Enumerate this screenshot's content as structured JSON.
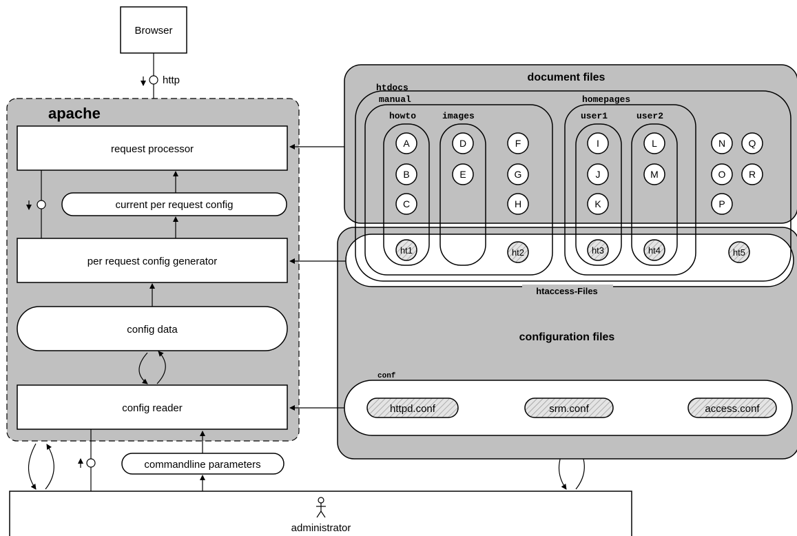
{
  "browser": {
    "label": "Browser"
  },
  "http": {
    "label": "http"
  },
  "apache": {
    "title": "apache",
    "request_processor": "request processor",
    "current_config": "current per request config",
    "config_generator": "per request config generator",
    "config_data": "config data",
    "config_reader": "config reader"
  },
  "commandline": {
    "label": "commandline parameters"
  },
  "administrator": {
    "label": "administrator"
  },
  "document_files": {
    "title": "document files",
    "htdocs": "htdocs",
    "manual": "manual",
    "homepages": "homepages",
    "howto": "howto",
    "images": "images",
    "user1": "user1",
    "user2": "user2",
    "files": [
      "A",
      "B",
      "C",
      "D",
      "E",
      "F",
      "G",
      "H",
      "I",
      "J",
      "K",
      "L",
      "M",
      "N",
      "O",
      "P",
      "Q",
      "R"
    ]
  },
  "htaccess": {
    "title": "htaccess-Files",
    "files": [
      "ht1",
      "ht2",
      "ht3",
      "ht4",
      "ht5"
    ]
  },
  "configuration_files": {
    "title": "configuration files",
    "conf": "conf",
    "files": [
      "httpd.conf",
      "srm.conf",
      "access.conf"
    ]
  },
  "colors": {
    "panel_gray": "#c0c0c0",
    "line": "#000000",
    "hatch": "#9a9a9a"
  }
}
